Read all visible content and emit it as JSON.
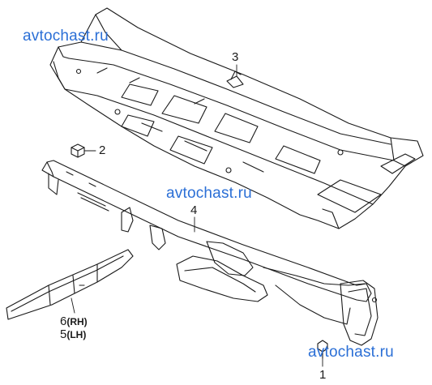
{
  "watermarks": [
    "avtochast.ru",
    "avtochast.ru",
    "avtochast.ru"
  ],
  "callouts": {
    "c1": "1",
    "c2": "2",
    "c3": "3",
    "c4": "4",
    "c6": "6",
    "c6_side": "(RH)",
    "c5": "5",
    "c5_side": "(LH)"
  },
  "colors": {
    "line": "#1a1a1a",
    "watermark": "#2b6fd6",
    "background": "#ffffff"
  }
}
